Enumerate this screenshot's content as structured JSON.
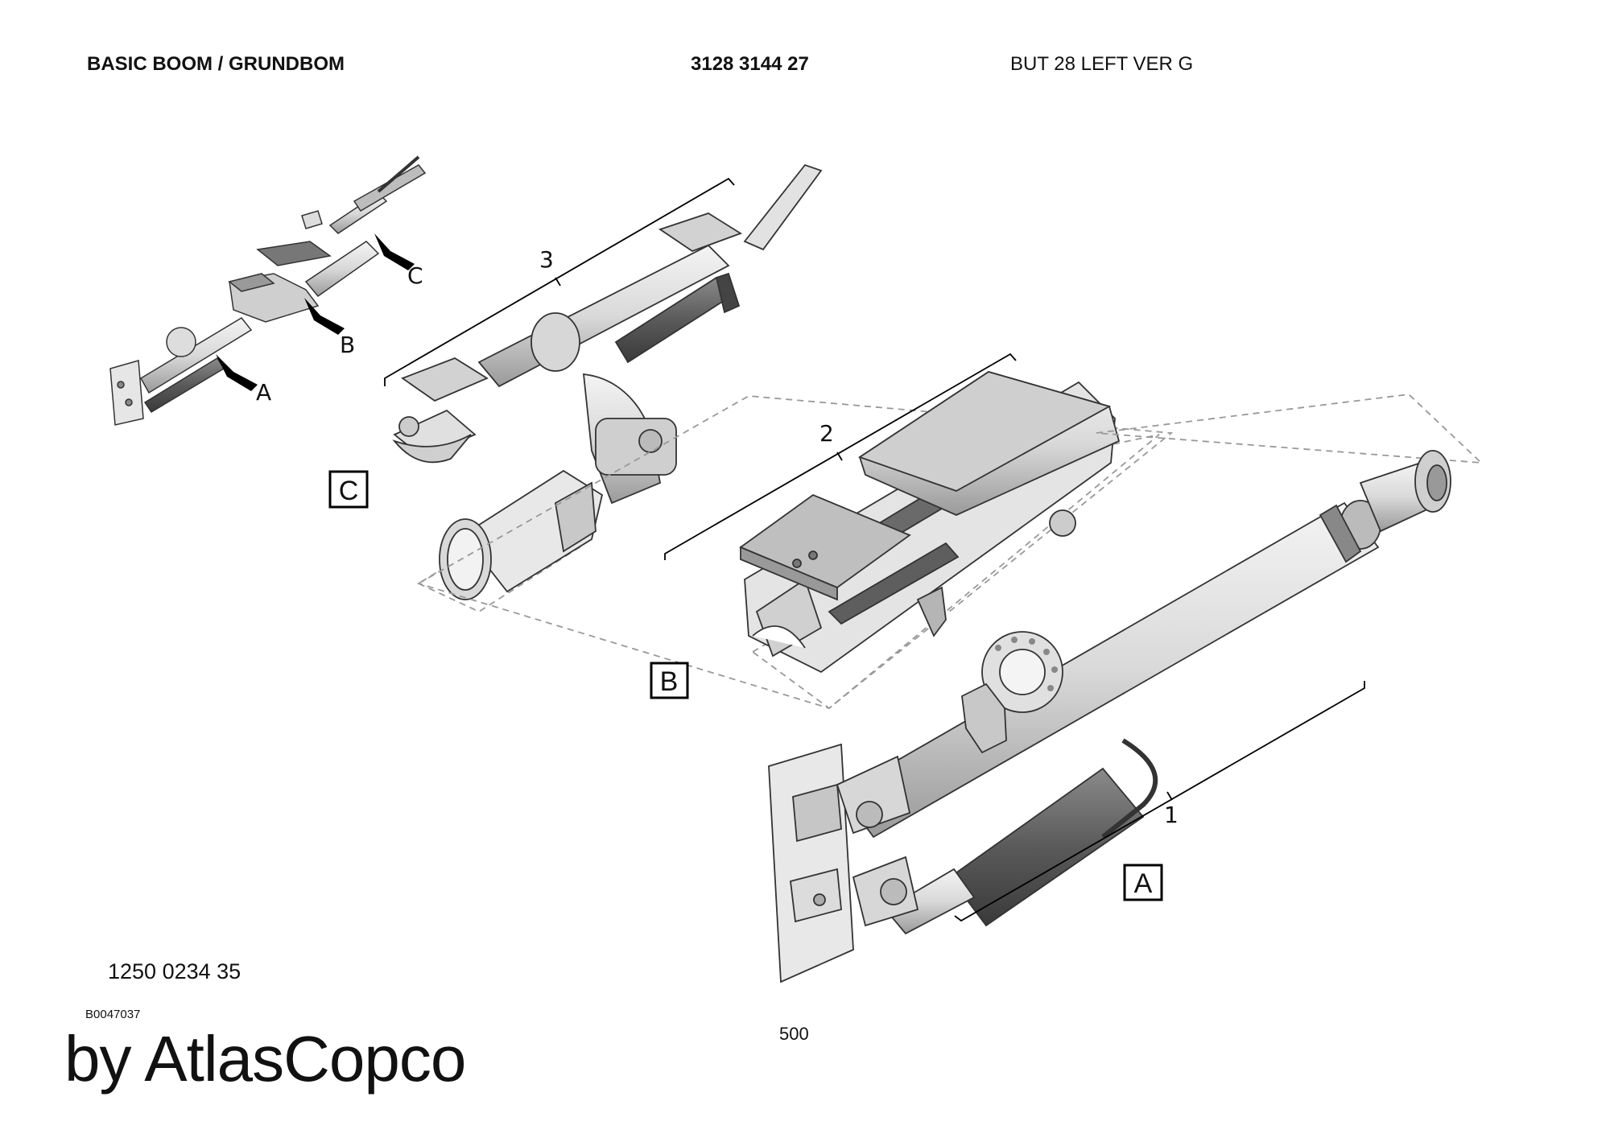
{
  "header": {
    "title": "BASIC BOOM / GRUNDBOM",
    "part_number": "3128 3144 27",
    "variant": "BUT 28 LEFT VER G"
  },
  "footer": {
    "document_number": "1250 0234 35",
    "image_id": "B0047037",
    "page_number": "500",
    "brand": "by AtlasCopco"
  },
  "diagram": {
    "callouts": [
      {
        "id": "1",
        "text": "1"
      },
      {
        "id": "2",
        "text": "2"
      },
      {
        "id": "3",
        "text": "3"
      }
    ],
    "section_boxes": [
      {
        "id": "A",
        "text": "A"
      },
      {
        "id": "B",
        "text": "B"
      },
      {
        "id": "C",
        "text": "C"
      }
    ],
    "overview_pointers": [
      {
        "id": "A",
        "text": "A"
      },
      {
        "id": "B",
        "text": "B"
      },
      {
        "id": "C",
        "text": "C"
      }
    ]
  }
}
